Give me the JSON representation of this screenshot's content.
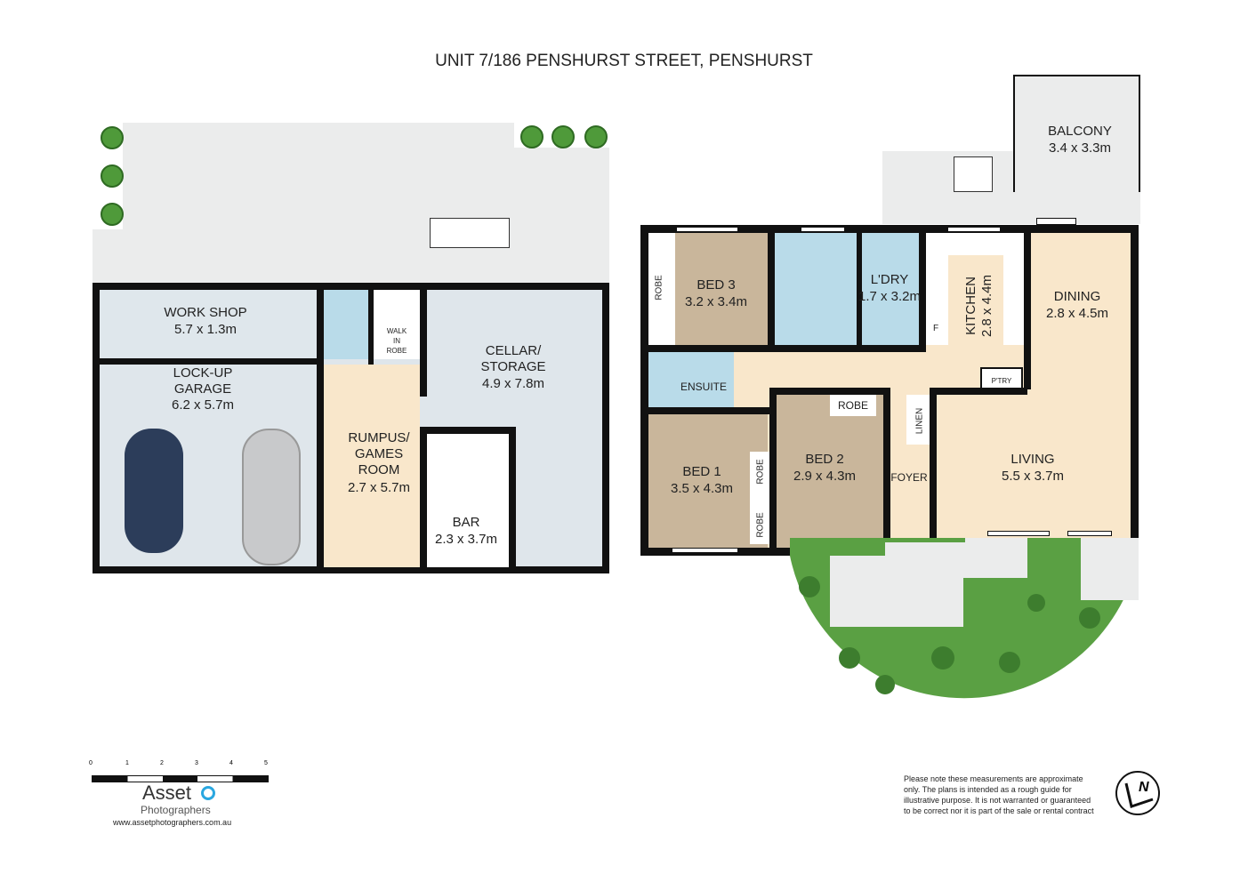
{
  "title": "UNIT 7/186 PENSHURST STREET, PENSHURST",
  "lower_floor": {
    "work_shop": {
      "name": "WORK SHOP",
      "size": "5.7 x 1.3m"
    },
    "garage": {
      "name": "LOCK-UP GARAGE",
      "size": "6.2 x 5.7m"
    },
    "walk_in_robe": "WALK IN ROBE",
    "rumpus": {
      "name": "RUMPUS/ GAMES ROOM",
      "size": "2.7 x 5.7m"
    },
    "cellar": {
      "name": "CELLAR/ STORAGE",
      "size": "4.9 x 7.8m"
    },
    "bar": {
      "name": "BAR",
      "size": "2.3 x 3.7m"
    }
  },
  "upper_floor": {
    "balcony": {
      "name": "BALCONY",
      "size": "3.4 x 3.3m"
    },
    "bed3": {
      "name": "BED 3",
      "size": "3.2 x 3.4m"
    },
    "robe": "ROBE",
    "laundry": {
      "name": "L'DRY",
      "size": "1.7 x 3.2m"
    },
    "kitchen": {
      "name": "KITCHEN",
      "size": "2.8 x 4.4m"
    },
    "fridge": "F",
    "pantry": "P'TRY",
    "dining": {
      "name": "DINING",
      "size": "2.8 x 4.5m"
    },
    "ensuite": "ENSUITE",
    "bed1": {
      "name": "BED 1",
      "size": "3.5 x 4.3m"
    },
    "bed2": {
      "name": "BED 2",
      "size": "2.9 x 4.3m"
    },
    "linen": "LINEN",
    "foyer": "FOYER",
    "living": {
      "name": "LIVING",
      "size": "5.5 x 3.7m"
    }
  },
  "scale": {
    "ticks": [
      "0",
      "1",
      "2",
      "3",
      "4",
      "5"
    ]
  },
  "logo": {
    "name": "Asset",
    "sub": "Photographers",
    "url": "www.assetphotographers.com.au"
  },
  "disclaimer": "Please note these measurements are approximate only. The plans is intended as a rough guide for illustrative purpose. It is not warranted or guaranteed to be correct nor it is part of the sale or rental contract",
  "compass": "N",
  "colors": {
    "bedroom": "#c9b69b",
    "living": "#f9e7cb",
    "wet": "#b9dbe9",
    "utility": "#dfe6eb",
    "outdoor": "#ebecec",
    "garden": "#5aa043"
  }
}
